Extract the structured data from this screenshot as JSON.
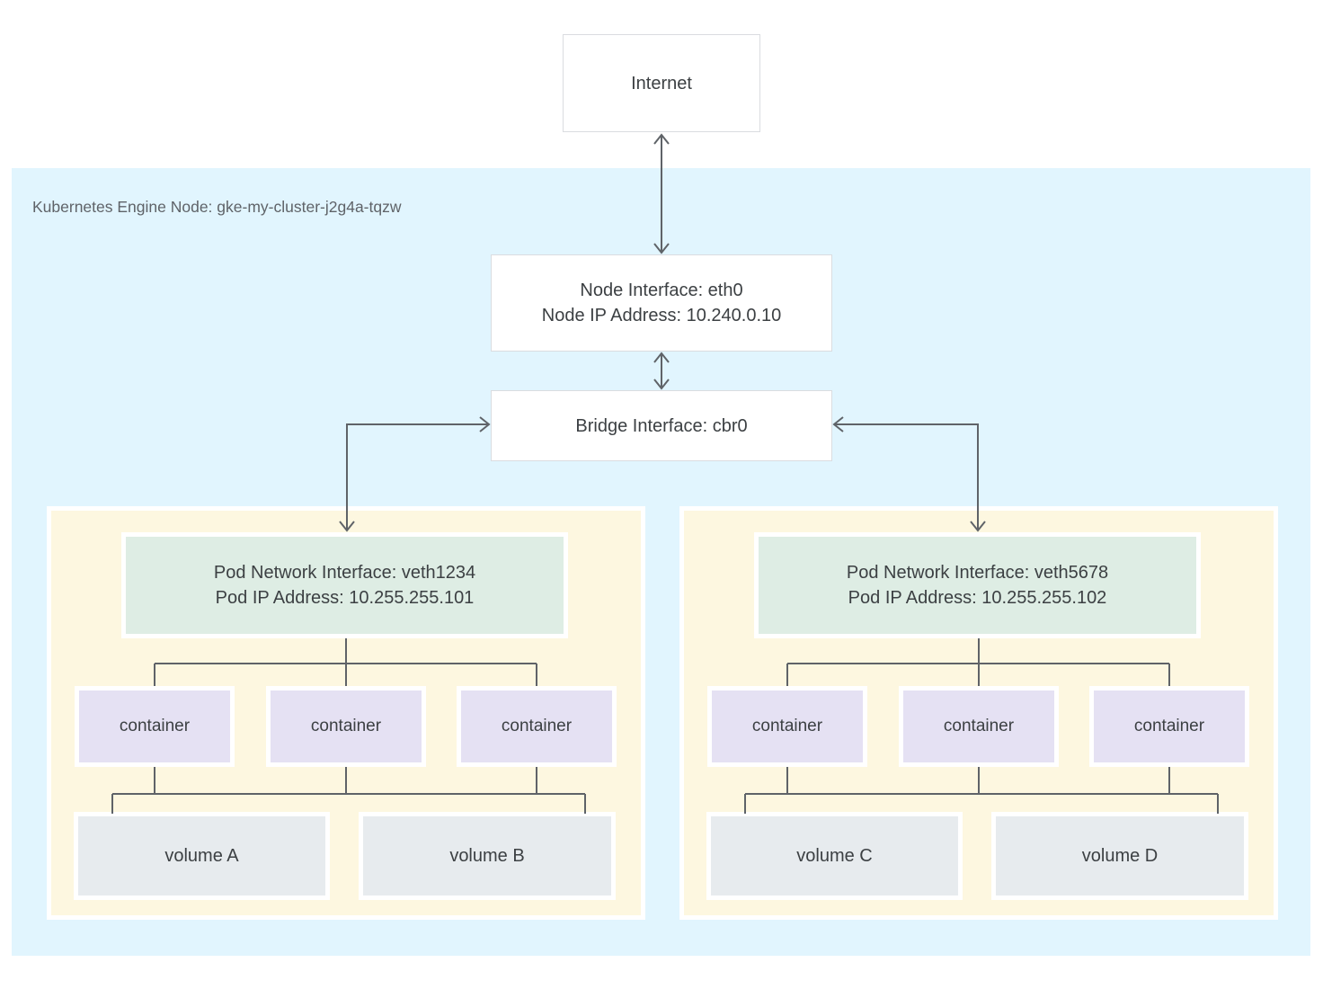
{
  "internet_label": "Internet",
  "node": {
    "label": "Kubernetes Engine Node: gke-my-cluster-j2g4a-tqzw",
    "node_interface_line1": "Node Interface: eth0",
    "node_interface_line2": "Node IP Address: 10.240.0.10",
    "bridge_interface_label": "Bridge Interface: cbr0"
  },
  "pods": [
    {
      "interface_line1": "Pod Network Interface: veth1234",
      "interface_line2": "Pod IP Address: 10.255.255.101",
      "containers": [
        "container",
        "container",
        "container"
      ],
      "volumes": [
        "volume A",
        "volume B"
      ]
    },
    {
      "interface_line1": "Pod Network Interface: veth5678",
      "interface_line2": "Pod IP Address: 10.255.255.102",
      "containers": [
        "container",
        "container",
        "container"
      ],
      "volumes": [
        "volume C",
        "volume D"
      ]
    }
  ],
  "colors": {
    "node_background": "#e1f5fe",
    "pod_background": "#fdf7e0",
    "pod_interface_background": "#deede4",
    "container_background": "#e5e1f3",
    "volume_background": "#e7ebee",
    "white_box_border": "#dadce0",
    "connector_line": "#5f6368",
    "box_text": "#3c4043",
    "node_label_text": "#5f6368"
  }
}
